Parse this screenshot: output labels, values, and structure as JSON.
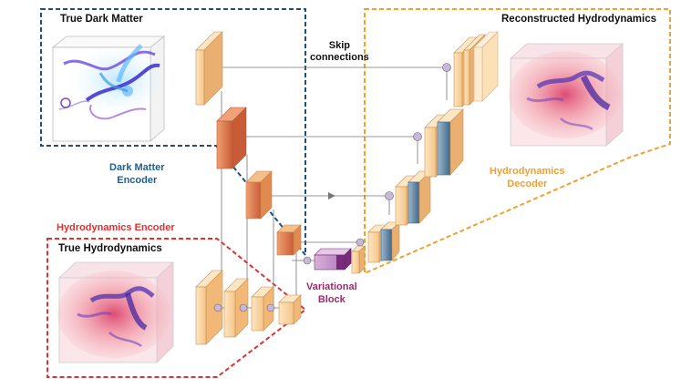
{
  "labels": {
    "true_dark_matter": "True Dark Matter",
    "reconstructed_hydrodynamics": "Reconstructed Hydrodynamics",
    "skip_line1": "Skip",
    "skip_line2": "connections",
    "dm_encoder_line1": "Dark Matter",
    "dm_encoder_line2": "Encoder",
    "hydro_decoder_line1": "Hydrodynamics",
    "hydro_decoder_line2": "Decoder",
    "hydro_encoder": "Hydrodynamics Encoder",
    "true_hydrodynamics": "True Hydrodynamics",
    "variational_line1": "Variational",
    "variational_line2": "Block"
  },
  "colors": {
    "dark_matter_border": "#1f4e79",
    "hydro_decoder_border": "#f0a030",
    "hydro_encoder_border": "#e03030",
    "dm_encoder_text": "#1f5f8f",
    "hydro_decoder_text": "#f0a030",
    "hydro_encoder_text": "#e03030",
    "variational_text": "#9e2a6e",
    "layer_fill": "#f9d3a0",
    "layer_dark": "#e8a060",
    "conv_red": "#d9704a",
    "variational_fill": "#c9a0c9",
    "variational_dark": "#7a2a7a",
    "decoder_blue": "#5a7fa0"
  }
}
